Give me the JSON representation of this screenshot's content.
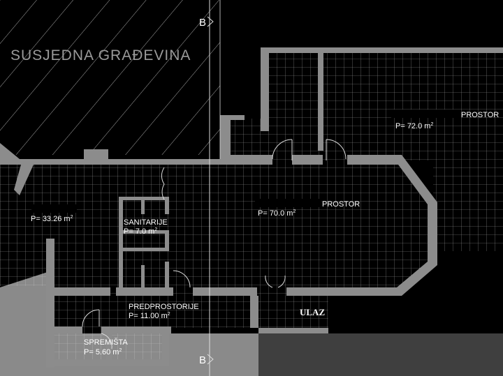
{
  "neighbor_label": "SUSJEDNA GRAĐEVINA",
  "section_marker": "B",
  "entrance_label": "ULAZ",
  "rooms": [
    {
      "name": "PROSTOR",
      "area": "P= 72.0 m",
      "unit_sup": "2"
    },
    {
      "name": "PROSTOR",
      "area": "P= 70.0 m",
      "unit_sup": "2"
    },
    {
      "name": "",
      "area": "P= 33.26 m",
      "unit_sup": "2"
    },
    {
      "name": "SANITARIJE",
      "area": "P= 7.0 m",
      "unit_sup": "2"
    },
    {
      "name": "PREDPROSTORIJE",
      "area": "P= 11.00 m",
      "unit_sup": "2"
    },
    {
      "name": "SPREMIŠTA",
      "area": "P= 5.60 m",
      "unit_sup": "2"
    }
  ],
  "colors": {
    "background": "#000000",
    "wall": "#8c8c8c",
    "grid": "#ffffff",
    "ground_light": "#8a8a8a",
    "ground_dark": "#3f3f3f"
  }
}
